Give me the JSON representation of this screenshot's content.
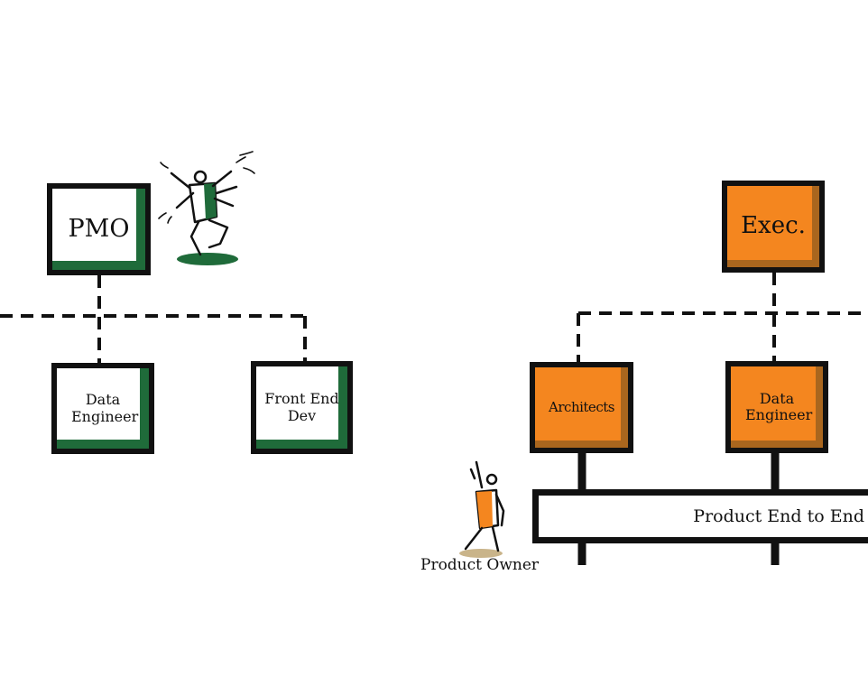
{
  "nodes": {
    "pmo": "PMO",
    "data_engineer_left": "Data Engineer",
    "front_end_dev": "Front End Dev",
    "exec": "Exec.",
    "architects": "Architects",
    "data_engineer_right": "Data Engineer"
  },
  "product_bar": "Product End to End",
  "product_owner": "Product Owner",
  "colors": {
    "green_accent": "#1f6b3a",
    "orange_fill": "#f4861f",
    "orange_shadow": "#a9661e",
    "outline": "#111111"
  }
}
